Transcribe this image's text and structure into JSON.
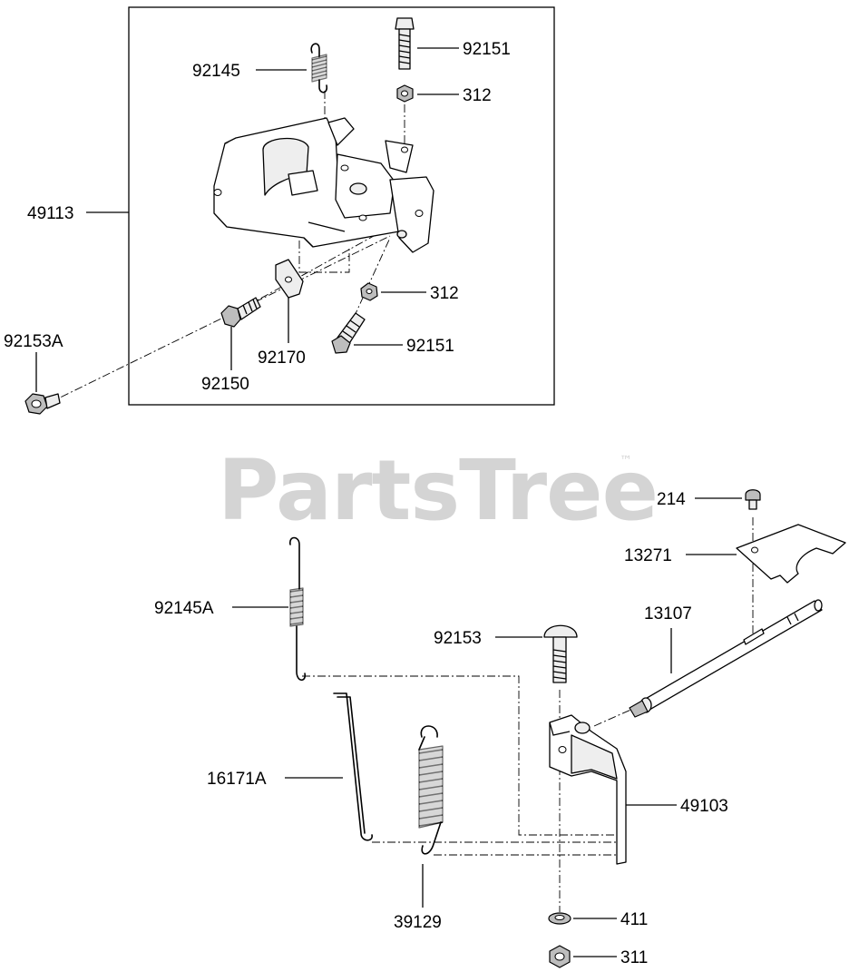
{
  "watermark": {
    "text": "PartsTree",
    "trademark": "™"
  },
  "callouts": [
    {
      "id": "92145",
      "label": "92145"
    },
    {
      "id": "92151a",
      "label": "92151"
    },
    {
      "id": "312a",
      "label": "312"
    },
    {
      "id": "49113",
      "label": "49113"
    },
    {
      "id": "312b",
      "label": "312"
    },
    {
      "id": "92151b",
      "label": "92151"
    },
    {
      "id": "92153A",
      "label": "92153A"
    },
    {
      "id": "92170",
      "label": "92170"
    },
    {
      "id": "92150",
      "label": "92150"
    },
    {
      "id": "214",
      "label": "214"
    },
    {
      "id": "13271",
      "label": "13271"
    },
    {
      "id": "92145A",
      "label": "92145A"
    },
    {
      "id": "13107",
      "label": "13107"
    },
    {
      "id": "92153",
      "label": "92153"
    },
    {
      "id": "16171A",
      "label": "16171A"
    },
    {
      "id": "49103",
      "label": "49103"
    },
    {
      "id": "39129",
      "label": "39129"
    },
    {
      "id": "411",
      "label": "411"
    },
    {
      "id": "311",
      "label": "311"
    }
  ]
}
